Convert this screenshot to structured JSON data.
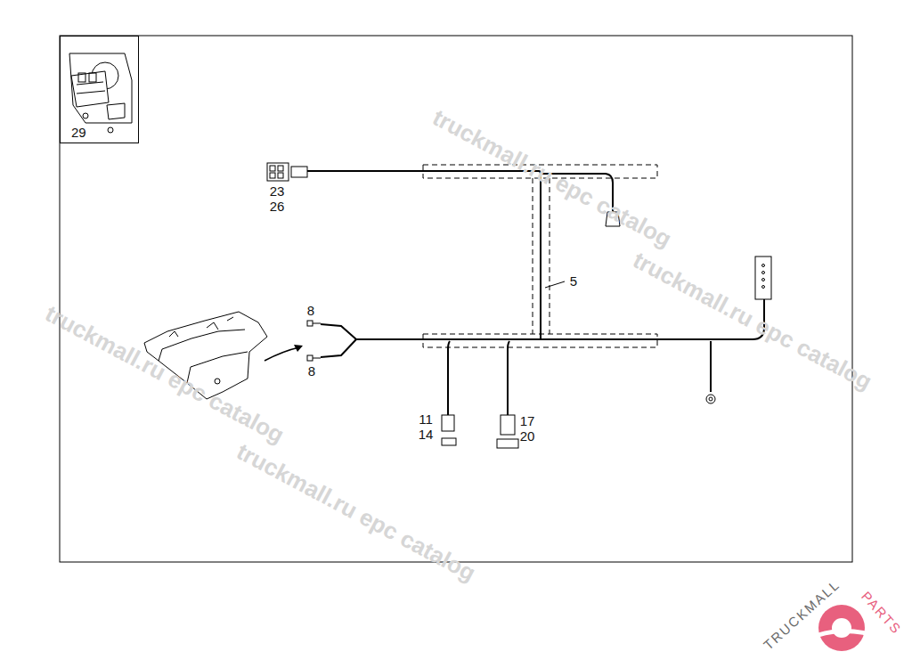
{
  "diagram": {
    "nodes": [
      {
        "text": [
          "29"
        ]
      }
    ],
    "labels": [
      "23",
      "26",
      "5",
      "8",
      "8",
      "11",
      "14",
      "17",
      "20",
      "truckmall.ru epc catalog",
      "truckmall.ru epc catalog",
      "truckmall.ru epc catalog",
      "truckmall.ru epc catalog",
      "TRUCKMALL",
      "PARTS"
    ]
  }
}
